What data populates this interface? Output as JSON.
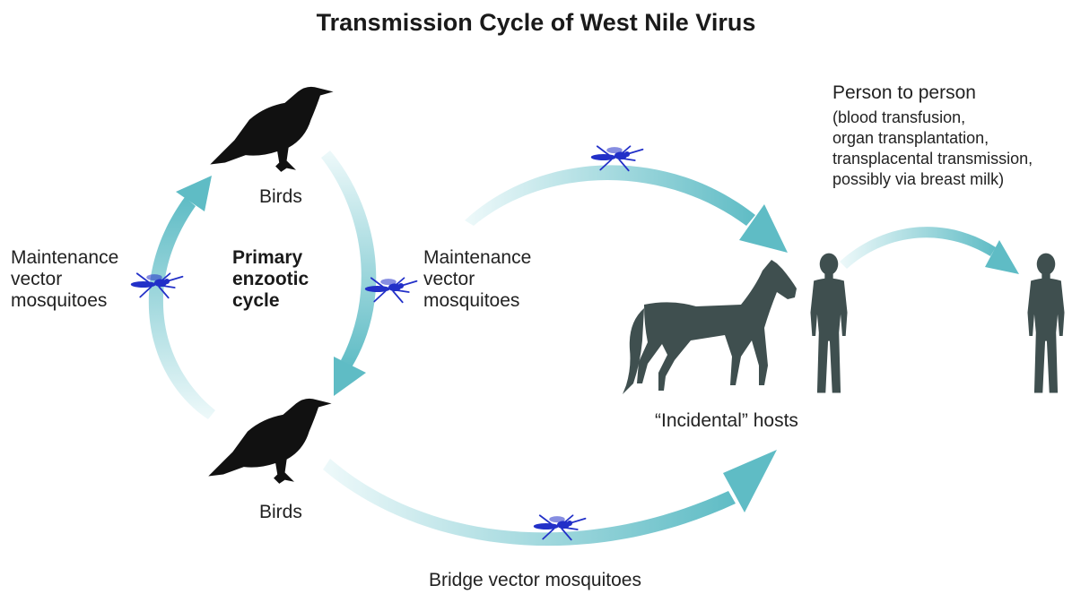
{
  "title": "Transmission Cycle of West Nile Virus",
  "labels": {
    "birds_top": "Birds",
    "birds_bottom": "Birds",
    "maintenance_left": "Maintenance\nvector\nmosquitoes",
    "maintenance_right": "Maintenance\nvector\nmosquitoes",
    "cycle_center": "Primary\nenzootic\ncycle",
    "incidental_hosts": "“Incidental” hosts",
    "bridge": "Bridge vector mosquitoes",
    "person_to_person": "Person to person",
    "person_details": "(blood transfusion,\norgan transplantation,\ntransplacental transmission,\npossibly via breast milk)"
  },
  "colors": {
    "arrow": "#6cc4cc",
    "arrow_fade": "#dff3f4",
    "bird": "#111111",
    "host": "#3f4f4f",
    "mosquito": "#2230c8"
  }
}
